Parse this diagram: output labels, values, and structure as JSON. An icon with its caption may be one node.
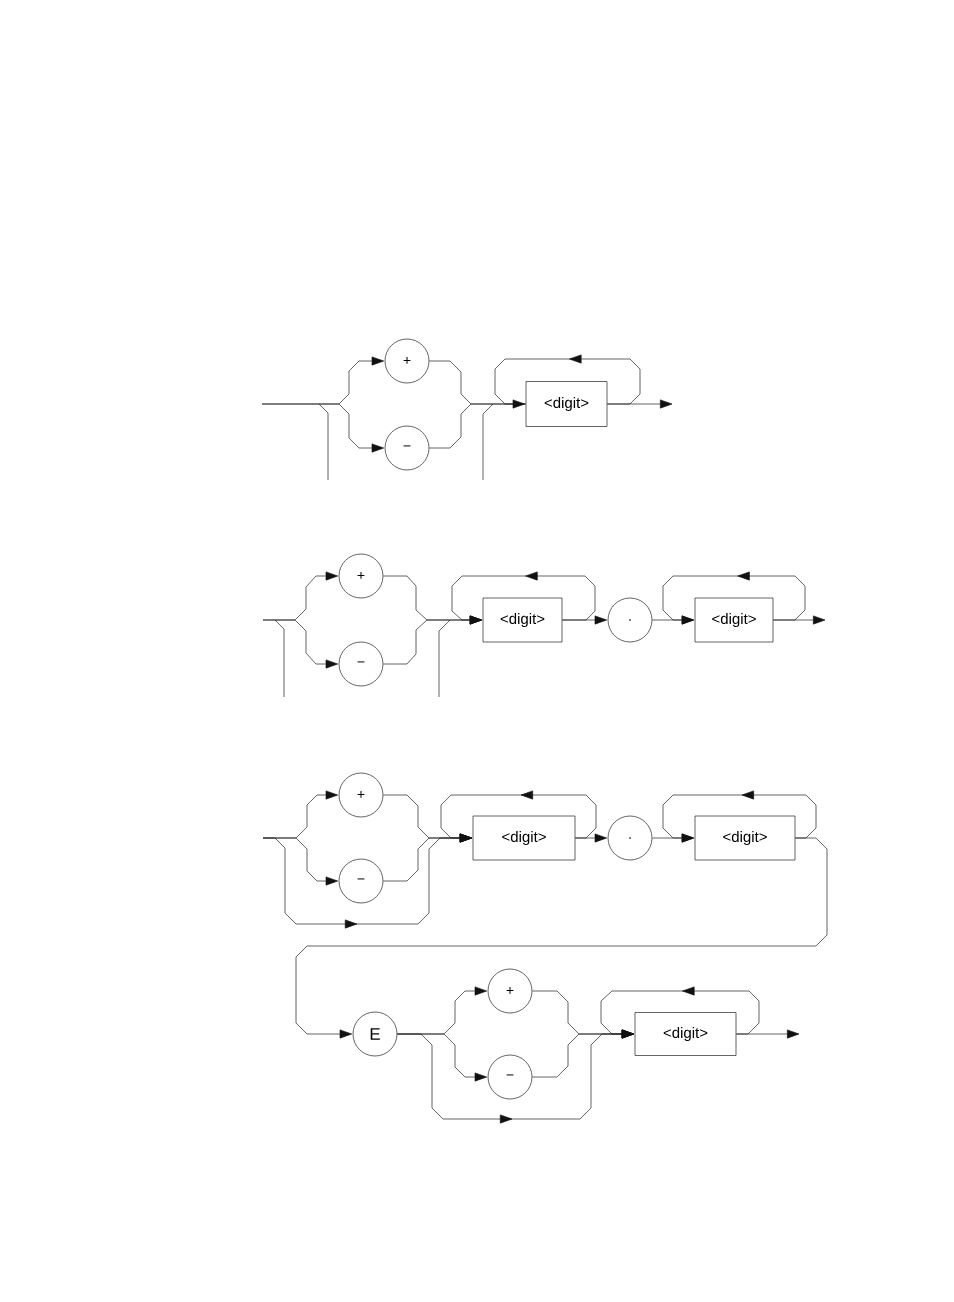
{
  "diagram": {
    "nodes": [
      {
        "text": [
          "+"
        ]
      },
      {
        "text": [
          "−"
        ]
      },
      {
        "text": [
          "<digit>"
        ]
      },
      {
        "text": [
          "+"
        ]
      },
      {
        "text": [
          "−"
        ]
      },
      {
        "text": [
          "<digit>"
        ]
      },
      {
        "text": [
          "."
        ]
      },
      {
        "text": [
          "<digit>"
        ]
      },
      {
        "text": [
          "+"
        ]
      },
      {
        "text": [
          "−"
        ]
      },
      {
        "text": [
          "<digit>"
        ]
      },
      {
        "text": [
          "."
        ]
      },
      {
        "text": [
          "<digit>"
        ]
      },
      {
        "text": [
          "E"
        ]
      },
      {
        "text": [
          "+"
        ]
      },
      {
        "text": [
          "−"
        ]
      },
      {
        "text": [
          "<digit>"
        ]
      }
    ],
    "edges": [
      {
        "from": null,
        "to": 0,
        "arrow": "to"
      },
      {
        "from": null,
        "to": 1,
        "arrow": "to"
      },
      {
        "from": 0,
        "to": 2,
        "arrow": "none"
      },
      {
        "from": 1,
        "to": 2,
        "arrow": "none"
      },
      {
        "from": 2,
        "to": 2,
        "arrow": "to"
      },
      {
        "from": 2,
        "to": null,
        "arrow": "to"
      },
      {
        "from": null,
        "to": 3,
        "arrow": "to"
      },
      {
        "from": null,
        "to": 4,
        "arrow": "to"
      },
      {
        "from": 3,
        "to": 5,
        "arrow": "to"
      },
      {
        "from": 4,
        "to": 5,
        "arrow": "to"
      },
      {
        "from": 5,
        "to": 5,
        "arrow": "to"
      },
      {
        "from": 5,
        "to": 6,
        "arrow": "to"
      },
      {
        "from": 6,
        "to": 7,
        "arrow": "to"
      },
      {
        "from": 7,
        "to": 7,
        "arrow": "to"
      },
      {
        "from": 7,
        "to": null,
        "arrow": "to"
      },
      {
        "from": null,
        "to": 8,
        "arrow": "to"
      },
      {
        "from": null,
        "to": 9,
        "arrow": "to"
      },
      {
        "from": null,
        "to": 10,
        "arrow": "to"
      },
      {
        "from": 8,
        "to": 10,
        "arrow": "to"
      },
      {
        "from": 9,
        "to": 10,
        "arrow": "to"
      },
      {
        "from": 10,
        "to": 10,
        "arrow": "to"
      },
      {
        "from": 10,
        "to": 11,
        "arrow": "to"
      },
      {
        "from": 11,
        "to": 12,
        "arrow": "to"
      },
      {
        "from": 12,
        "to": 12,
        "arrow": "to"
      },
      {
        "from": 12,
        "to": 13,
        "arrow": "to"
      },
      {
        "from": 13,
        "to": 14,
        "arrow": "to"
      },
      {
        "from": 13,
        "to": 15,
        "arrow": "to"
      },
      {
        "from": 13,
        "to": 16,
        "arrow": "to"
      },
      {
        "from": 14,
        "to": 16,
        "arrow": "to"
      },
      {
        "from": 15,
        "to": 16,
        "arrow": "to"
      },
      {
        "from": 16,
        "to": 16,
        "arrow": "to"
      },
      {
        "from": 16,
        "to": null,
        "arrow": "to"
      }
    ]
  }
}
